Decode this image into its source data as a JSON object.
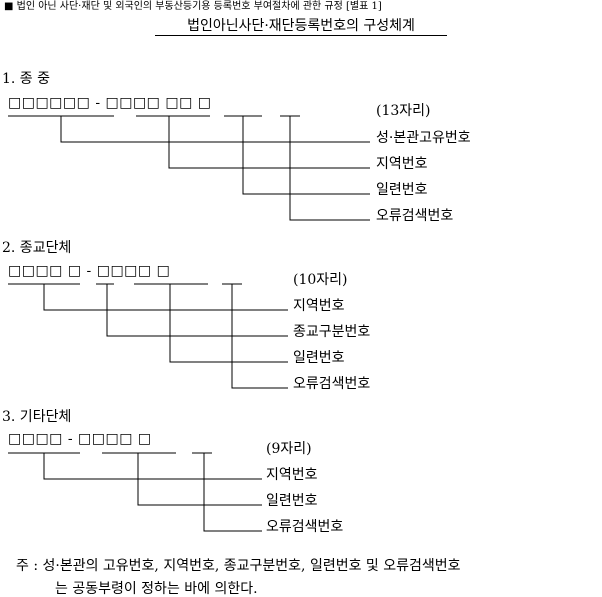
{
  "header": "■ 법인 아닌 사단·재단 및 외국인의 부동산등기용 등록번호 부여절차에 관한 규정 [별표 1]",
  "title": "법인아닌사단·재단등록번호의 구성체계",
  "sections": [
    {
      "title": "1. 종 중",
      "codes": "□□□□□□ - □□□□  □□  □",
      "digits": "(13자리)",
      "labels": [
        "성·본관고유번호",
        "지역번호",
        "일련번호",
        "오류검색번호"
      ]
    },
    {
      "title": "2. 종교단체",
      "codes": "□□□□  □ - □□□□  □",
      "digits": "(10자리)",
      "labels": [
        "지역번호",
        "종교구분번호",
        "일련번호",
        "오류검색번호"
      ]
    },
    {
      "title": "3. 기타단체",
      "codes": "□□□□ - □□□□  □",
      "digits": "(9자리)",
      "labels": [
        "지역번호",
        "일련번호",
        "오류검색번호"
      ]
    }
  ],
  "note": {
    "line1": "주 : 성·본관의 고유번호, 지역번호, 종교구분번호, 일련번호 및 오류검색번호",
    "line2": "는 공동부령이 정하는 바에 의한다."
  }
}
